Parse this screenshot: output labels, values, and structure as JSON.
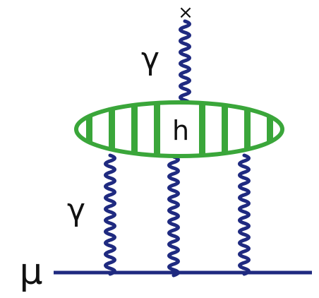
{
  "labels": {
    "photon_top": "γ",
    "photon_left": "γ",
    "hadron_blob": "h",
    "muon": "μ",
    "external_vertex": "×"
  },
  "colors": {
    "photon": "#1f2a80",
    "muon_line": "#1f2a80",
    "blob_stroke": "#3aa63a",
    "blob_stripes": "#3aa63a",
    "blob_fill": "#ffffff",
    "text": "#111111"
  }
}
